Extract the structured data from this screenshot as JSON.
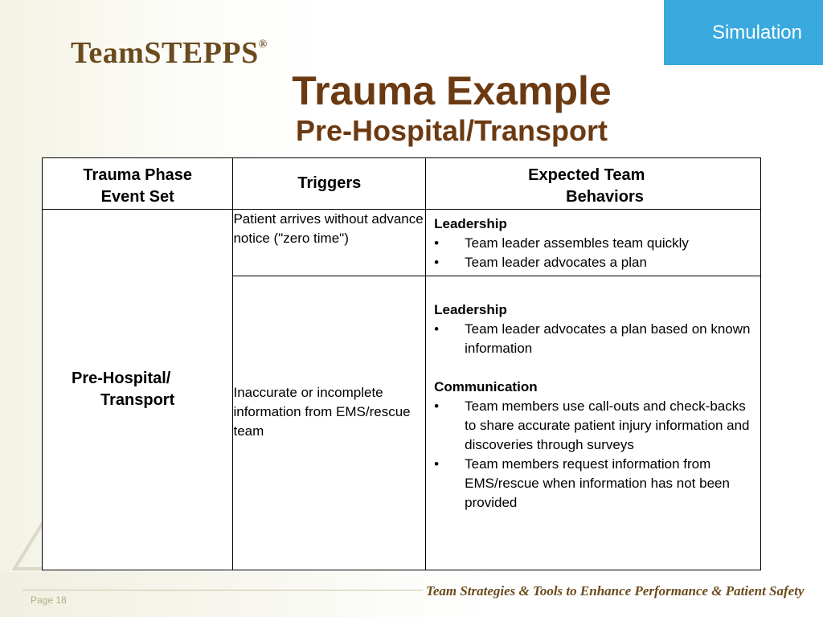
{
  "tab": {
    "label": "Simulation"
  },
  "logo": {
    "text": "TeamSTEPPS",
    "mark": "®"
  },
  "title": "Trauma Example",
  "subtitle": "Pre-Hospital/Transport",
  "table": {
    "headers": {
      "phase_line1": "Trauma Phase",
      "phase_line2": "Event Set",
      "triggers": "Triggers",
      "behaviors_line1": "Expected Team",
      "behaviors_line2": "Behaviors"
    },
    "phase": {
      "line1": "Pre-Hospital/",
      "line2": "Transport"
    },
    "rows": [
      {
        "trigger": "Patient arrives without advance notice (\"zero time\")",
        "groups": [
          {
            "heading": "Leadership",
            "items": [
              "Team leader assembles team quickly",
              "Team leader advocates a plan"
            ]
          }
        ]
      },
      {
        "trigger": "Inaccurate or incomplete information from EMS/rescue team",
        "groups": [
          {
            "heading": "Leadership",
            "items": [
              "Team leader advocates a plan based on known information"
            ]
          },
          {
            "heading": "Communication",
            "items": [
              "Team members use call-outs and check-backs to share accurate patient injury information and discoveries through surveys",
              "Team members request information from EMS/rescue when information has not been provided"
            ]
          }
        ]
      }
    ]
  },
  "footer": {
    "page": "Page 18",
    "tagline": "Team Strategies & Tools to Enhance Performance & Patient Safety"
  },
  "colors": {
    "tab": "#39a9de",
    "title": "#6b3a12",
    "logo": "#6b4a1d"
  }
}
